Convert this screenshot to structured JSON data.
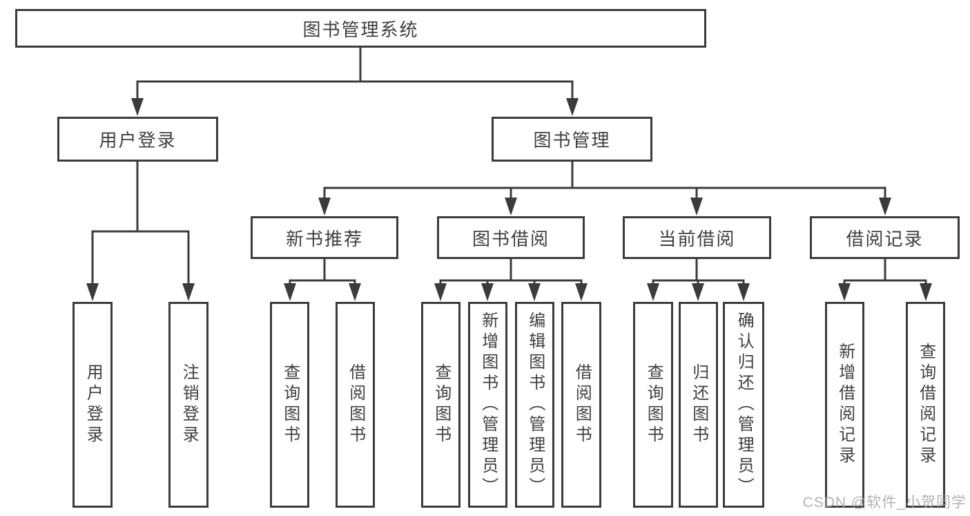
{
  "tree": {
    "root": {
      "label": "图书管理系统",
      "children": [
        {
          "label": "用户登录",
          "children": [
            {
              "label": "用户登录"
            },
            {
              "label": "注销登录"
            }
          ]
        },
        {
          "label": "图书管理",
          "children": [
            {
              "label": "新书推荐",
              "children": [
                {
                  "label": "查询图书"
                },
                {
                  "label": "借阅图书"
                }
              ]
            },
            {
              "label": "图书借阅",
              "children": [
                {
                  "label": "查询图书"
                },
                {
                  "label": "新增图书（管理员）"
                },
                {
                  "label": "编辑图书（管理员）"
                },
                {
                  "label": "借阅图书"
                }
              ]
            },
            {
              "label": "当前借阅",
              "children": [
                {
                  "label": "查询图书"
                },
                {
                  "label": "归还图书"
                },
                {
                  "label": "确认归还（管理员）"
                }
              ]
            },
            {
              "label": "借阅记录",
              "children": [
                {
                  "label": "新增借阅记录"
                },
                {
                  "label": "查询借阅记录"
                }
              ]
            }
          ]
        }
      ]
    }
  },
  "watermark": {
    "text": "CSDN @软件_小贺同学"
  },
  "colors": {
    "line": "#3b3b3b",
    "text": "#3f3f3f",
    "watermark": "#a4a4a4",
    "background": "#ffffff"
  }
}
